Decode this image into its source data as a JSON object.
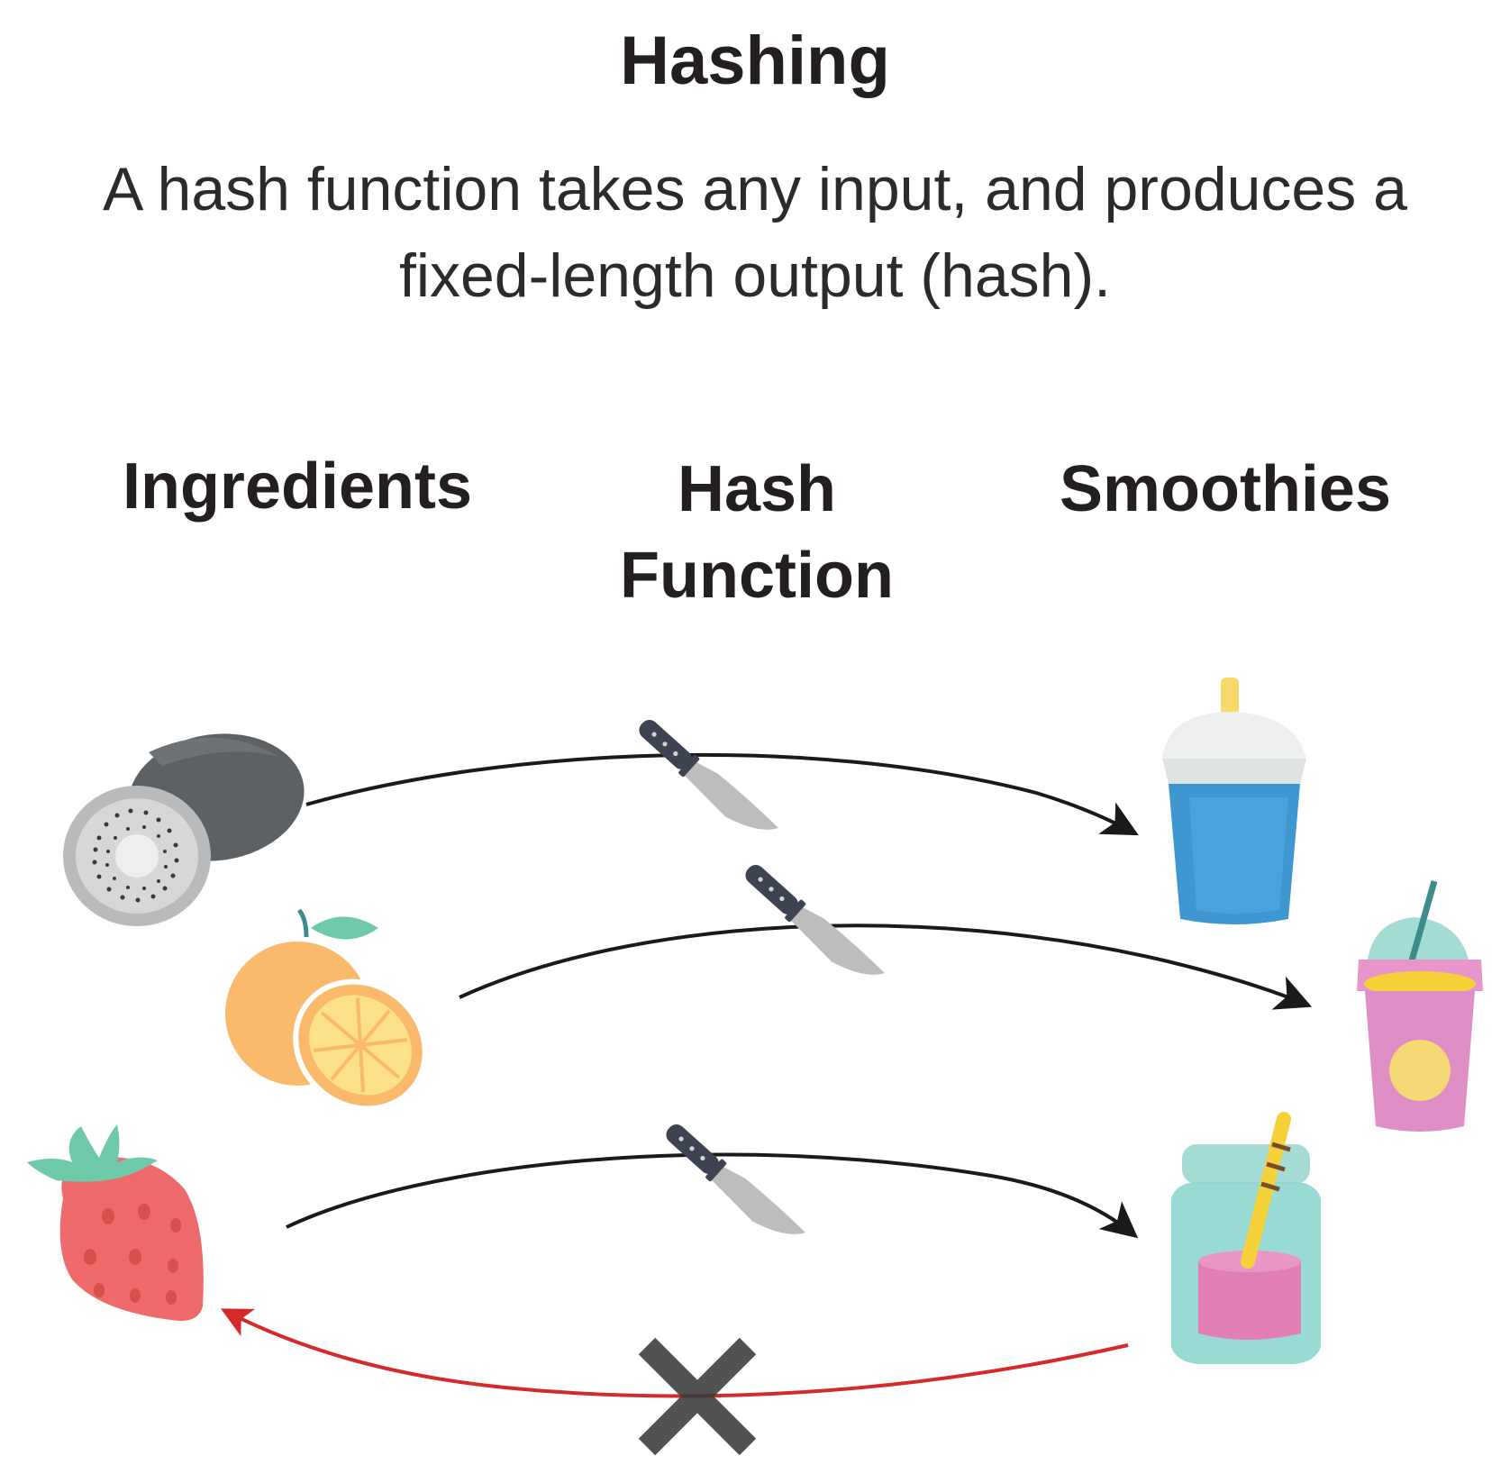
{
  "title": "Hashing",
  "subtitle_line1": "A hash function takes any input, and produces a",
  "subtitle_line2": "fixed-length output (hash).",
  "columns": {
    "ingredients": "Ingredients",
    "hash_function_line1": "Hash",
    "hash_function_line2": "Function",
    "smoothies": "Smoothies"
  },
  "colors": {
    "text": "#231f20",
    "arrow": "#1a1a1a",
    "reverse_arrow": "#d42a2a",
    "cross": "#3a3a3a",
    "kiwi": "#5d6163",
    "orange": "#fbb96b",
    "strawberry": "#ef6b6b",
    "cup_blue": "#3f97d2",
    "cup_pink": "#e08fc6",
    "jar_teal": "#8fd6cf"
  },
  "icons": [
    "kiwi-icon",
    "orange-icon",
    "strawberry-icon",
    "knife-icon",
    "blue-smoothie-icon",
    "pink-smoothie-icon",
    "jar-smoothie-icon",
    "cross-icon"
  ]
}
